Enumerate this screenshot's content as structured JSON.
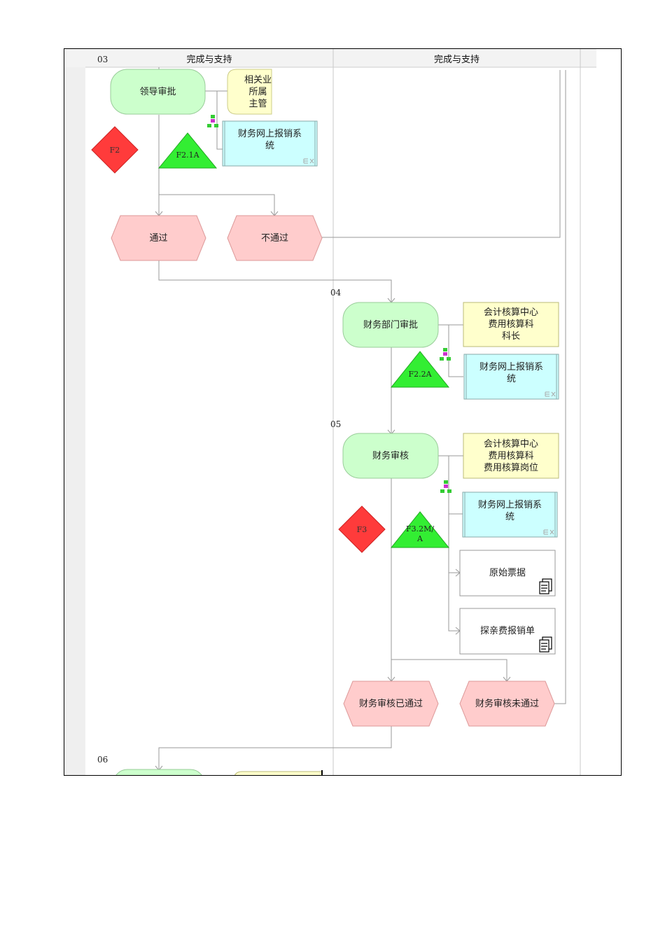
{
  "lanes": {
    "left_header": "完成与支持",
    "right_header": "完成与支持"
  },
  "steps": {
    "s03": "03",
    "s04": "04",
    "s05": "05",
    "s06": "06"
  },
  "nodes": {
    "leader_approval": "领导审批",
    "dept_leader_role": "相关业\n所属\n主管",
    "finance_system_1": "财务网上报销系\n统",
    "pass": "通过",
    "not_pass": "不通过",
    "finance_dept_approval": "财务部门审批",
    "accounting_center_head": "会计核算中心\n费用核算科\n科长",
    "finance_system_2": "财务网上报销系\n统",
    "finance_review": "财务审核",
    "accounting_center_post": "会计核算中心\n费用核算科\n费用核算岗位",
    "finance_system_3": "财务网上报销系\n统",
    "original_receipts": "原始票据",
    "visit_expense_form": "探亲费报销单",
    "review_passed": "财务审核已通过",
    "review_not_passed": "财务审核未通过"
  },
  "risks": {
    "f2": "F2",
    "f3": "F3"
  },
  "controls": {
    "f2_1a": "F2.1A",
    "f2_2a": "F2.2A",
    "f3_2ma": "F3.2M/\nA"
  },
  "colors": {
    "function_fill": "#ccffcc",
    "role_fill": "#ffffcc",
    "system_fill": "#ccffff",
    "event_fill": "#ffcccc",
    "risk_fill": "#ff3b3b",
    "control_fill": "#33ee33"
  }
}
